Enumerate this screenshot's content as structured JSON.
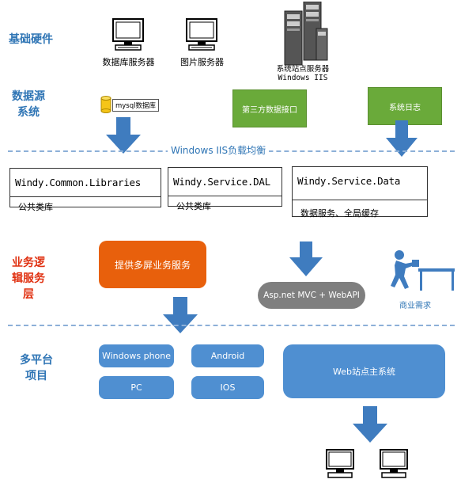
{
  "layers": {
    "hardware": "基础硬件",
    "datasource": "数据源\n系统",
    "business": "业务逻\n辑服务\n层",
    "platform": "多平台\n项目"
  },
  "hardware": {
    "db_server": "数据库服务器",
    "image_server": "图片服务器",
    "site_server_line1": "系统站点服务器",
    "site_server_line2": "Windows IIS"
  },
  "datasource": {
    "mysql": "mysql数据库",
    "third_party": "第三方数据接口",
    "log": "系统日志"
  },
  "load_balance": "Windows IIS负载均衡",
  "libraries": [
    {
      "title": "Windy.Common.Libraries",
      "desc": "公共类库"
    },
    {
      "title": "Windy.Service.DAL",
      "desc": "公共类库"
    },
    {
      "title": "Windy.Service.Data",
      "desc": "数据服务、全局缓存"
    }
  ],
  "business": {
    "multiscreen": "提供多屏业务服务",
    "mvc": "Asp.net MVC + WebAPI",
    "need": "商业需求"
  },
  "platforms": {
    "windows_phone": "Windows phone",
    "android": "Android",
    "pc": "PC",
    "ios": "IOS",
    "web": "Web站点主系统"
  },
  "colors": {
    "layer_text": "#2f75b5",
    "green": "#6aaa3a",
    "orange": "#e8600c",
    "blue": "#4f8fd1",
    "grey": "#7f7f7f",
    "arrow": "#3f7cbf"
  }
}
